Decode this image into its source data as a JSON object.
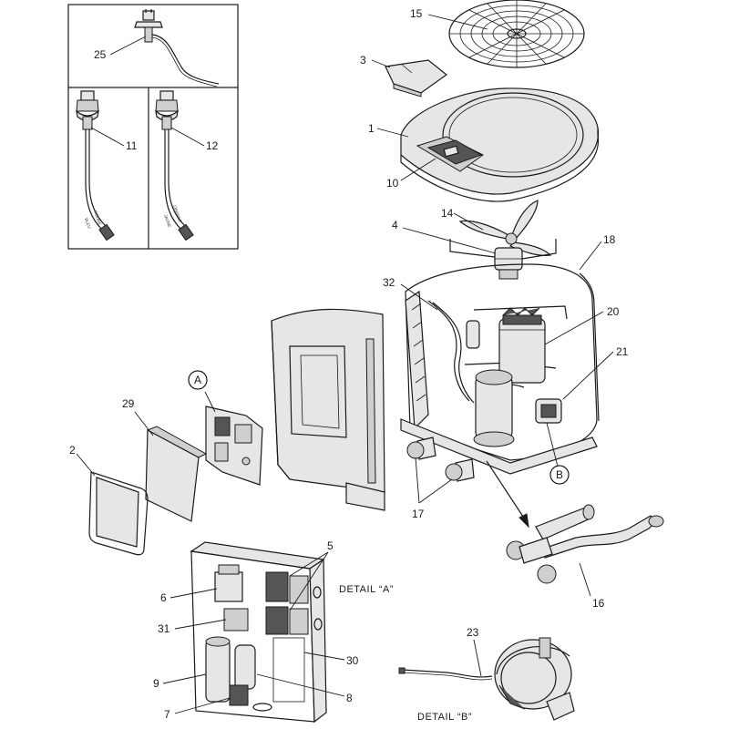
{
  "callouts": [
    {
      "id": "c15",
      "text": "15"
    },
    {
      "id": "c3",
      "text": "3"
    },
    {
      "id": "c1",
      "text": "1"
    },
    {
      "id": "c10",
      "text": "10"
    },
    {
      "id": "c14",
      "text": "14"
    },
    {
      "id": "c4",
      "text": "4"
    },
    {
      "id": "c18",
      "text": "18"
    },
    {
      "id": "c32",
      "text": "32"
    },
    {
      "id": "c20",
      "text": "20"
    },
    {
      "id": "c21",
      "text": "21"
    },
    {
      "id": "c25",
      "text": "25"
    },
    {
      "id": "c11",
      "text": "11"
    },
    {
      "id": "c12",
      "text": "12"
    },
    {
      "id": "c29",
      "text": "29"
    },
    {
      "id": "c2",
      "text": "2"
    },
    {
      "id": "c17",
      "text": "17"
    },
    {
      "id": "c16",
      "text": "16"
    },
    {
      "id": "c5",
      "text": "5"
    },
    {
      "id": "c6",
      "text": "6"
    },
    {
      "id": "c31",
      "text": "31"
    },
    {
      "id": "c9",
      "text": "9"
    },
    {
      "id": "c7",
      "text": "7"
    },
    {
      "id": "c8",
      "text": "8"
    },
    {
      "id": "c30",
      "text": "30"
    },
    {
      "id": "c23",
      "text": "23"
    }
  ],
  "markers": {
    "a": "A",
    "b": "B"
  },
  "details": {
    "a": "DETAIL “A”",
    "b": "DETAIL “B”"
  },
  "wire_labels": {
    "left_1": "ROUGE",
    "left_2": "BLEU",
    "right_1": "ORANGE",
    "right_2": "JAUNE"
  }
}
